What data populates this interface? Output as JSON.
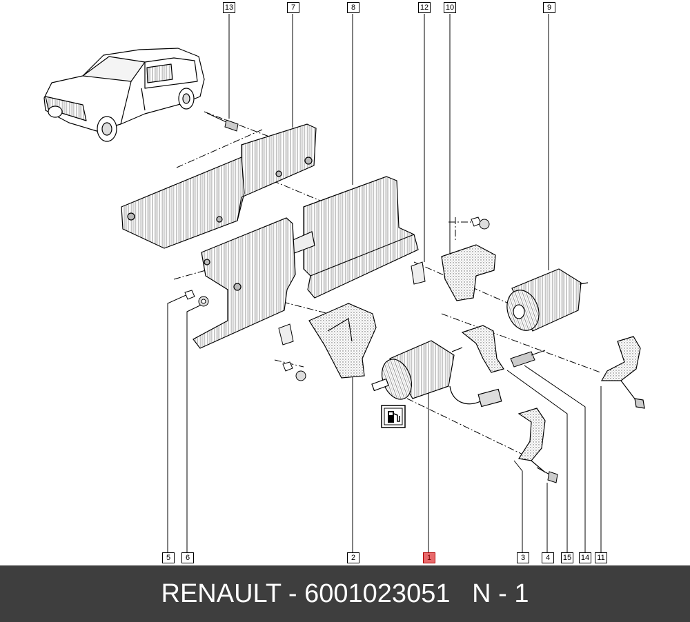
{
  "diagram": {
    "callouts": [
      {
        "number": "13"
      },
      {
        "number": "7"
      },
      {
        "number": "8"
      },
      {
        "number": "12"
      },
      {
        "number": "10"
      },
      {
        "number": "9"
      },
      {
        "number": "5"
      },
      {
        "number": "6"
      },
      {
        "number": "2"
      },
      {
        "number": "1"
      },
      {
        "number": "3"
      },
      {
        "number": "4"
      },
      {
        "number": "15"
      },
      {
        "number": "14"
      },
      {
        "number": "11"
      }
    ],
    "highlighted_callout": "1",
    "highlight_color": "#e8696b"
  },
  "footer": {
    "text": "RENAULT - 6001023051   N - 1",
    "background": "#3e3e3e"
  }
}
